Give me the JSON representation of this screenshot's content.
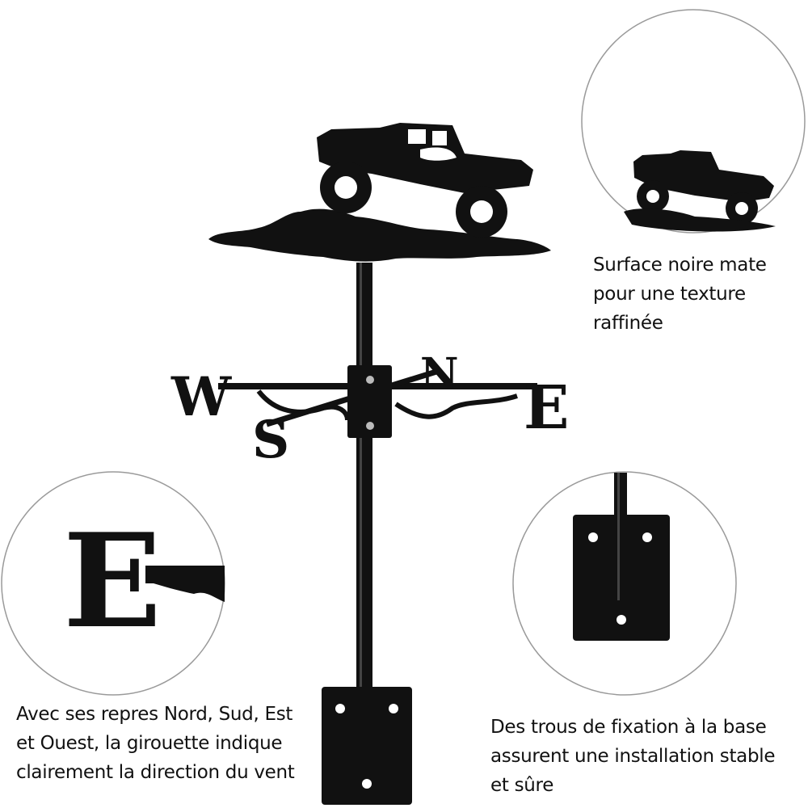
{
  "compass_letters": {
    "west": "W",
    "east": "E",
    "north": "N",
    "south": "S"
  },
  "zoom_east_letter": "E",
  "captions": {
    "surface": [
      "Surface noire mate",
      "pour une texture",
      "raffinée"
    ],
    "directions": [
      "Avec ses repres Nord, Sud, Est",
      "et Ouest, la girouette indique",
      "clairement la direction du vent"
    ],
    "mounting": [
      "Des trous de fixation à la base",
      "assurent une installation stable",
      "et sûre"
    ]
  },
  "colors": {
    "metal": "#111111",
    "circle_border": "#9a9a9a",
    "background": "#ffffff"
  }
}
